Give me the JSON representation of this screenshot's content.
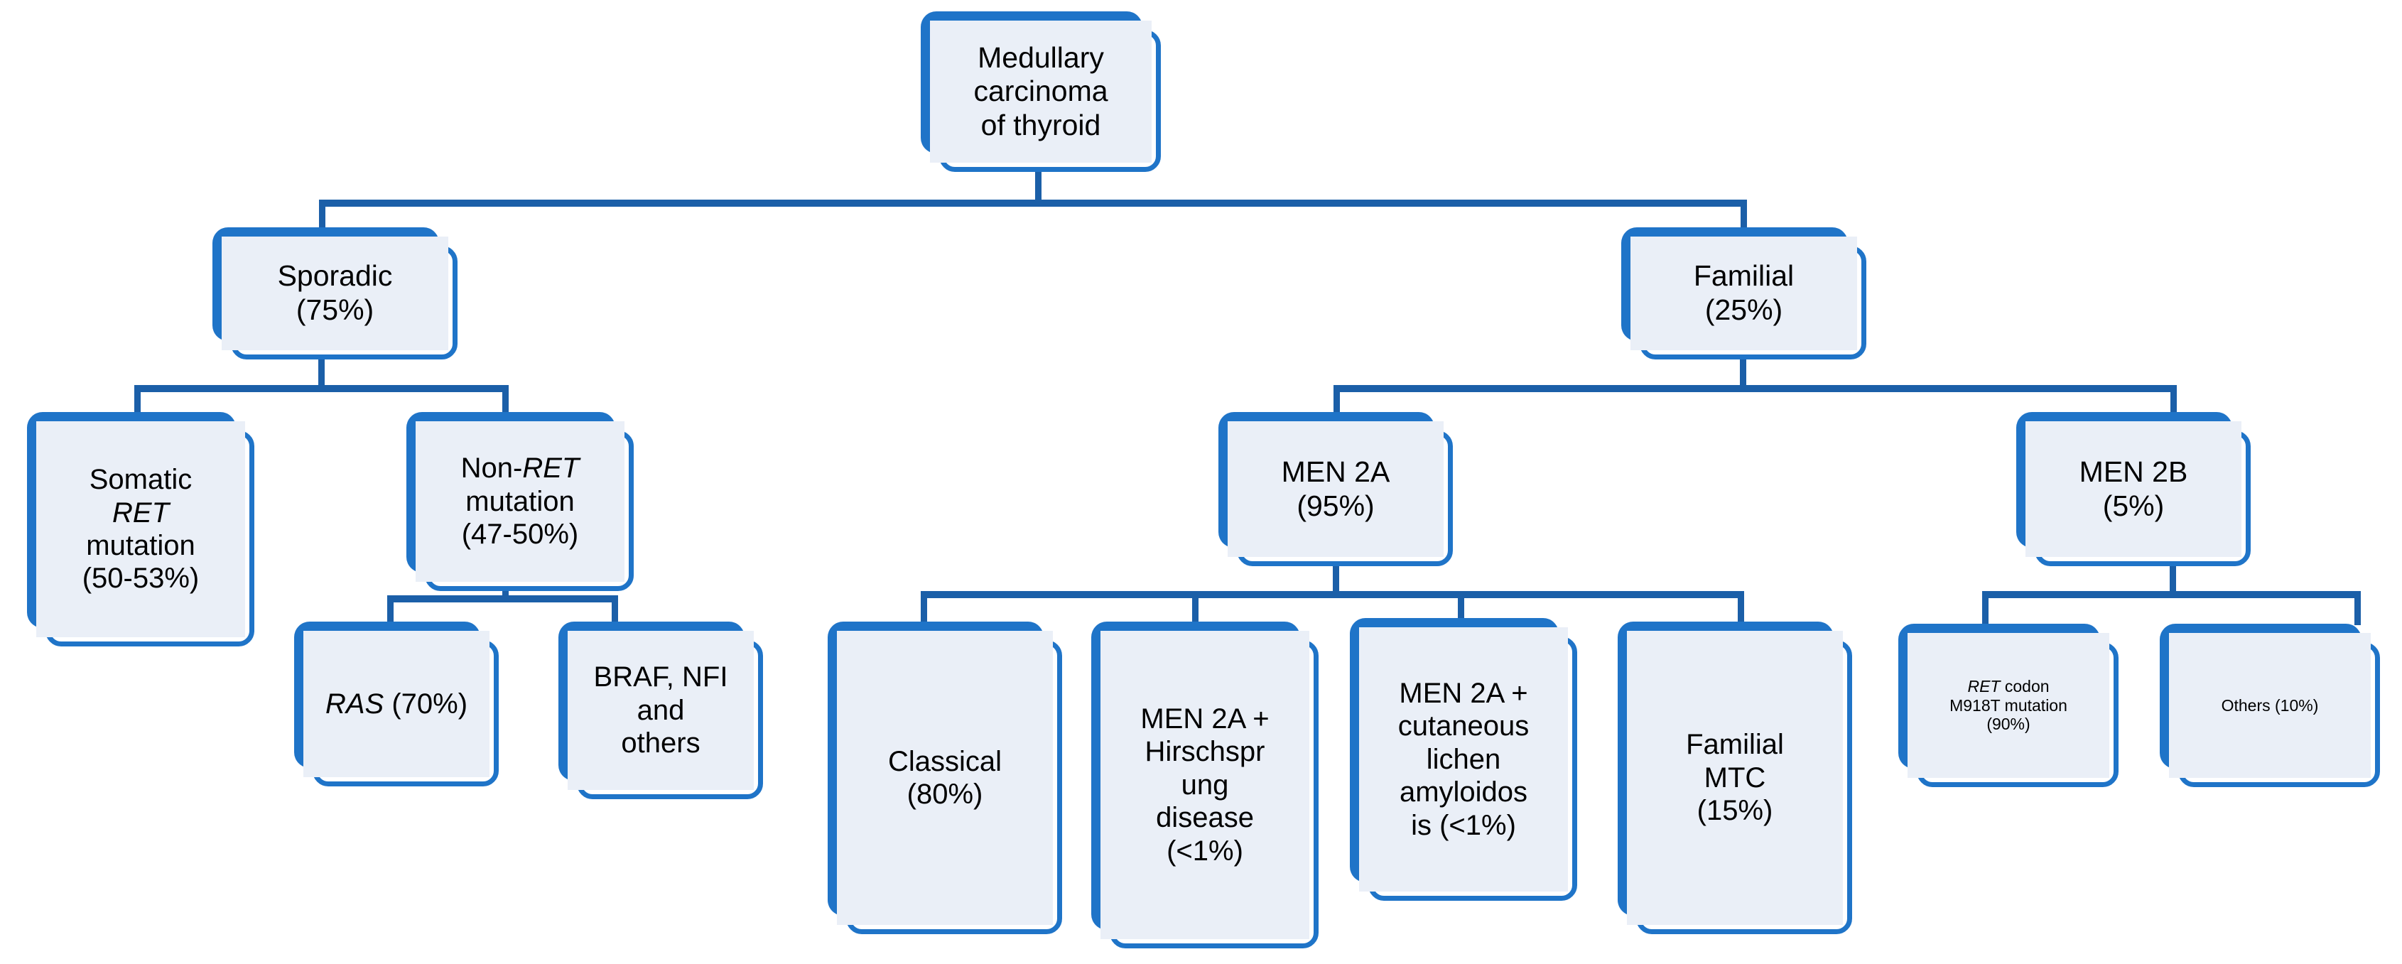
{
  "diagram": {
    "title": "Medullary carcinoma of thyroid classification",
    "colors": {
      "box_border": "#1F74C8",
      "box_shadow": "#1F74C8",
      "panel_fill": "#EAEFF7",
      "connector": "#1B5FA8",
      "background": "#FFFFFF",
      "text": "#000000"
    },
    "nodes": {
      "root": {
        "lines": [
          "Medullary",
          "carcinoma",
          "of thyroid"
        ]
      },
      "sporadic": {
        "lines": [
          "Sporadic",
          "(75%)"
        ]
      },
      "familial": {
        "lines": [
          "Familial",
          "(25%)"
        ]
      },
      "somatic_ret": {
        "lines": [
          "Somatic",
          "RET",
          "mutation",
          "(50-53%)"
        ],
        "italic_lines": [
          1
        ]
      },
      "non_ret": {
        "lines": [
          "Non-RET",
          "mutation",
          "(47-50%)"
        ],
        "italic_part": "RET"
      },
      "ras": {
        "lines": [
          "RAS (70%)"
        ],
        "italic_part": "RAS"
      },
      "braf_nf1": {
        "lines": [
          "BRAF, NFI",
          "and",
          "others"
        ]
      },
      "men2a": {
        "lines": [
          "MEN 2A",
          "(95%)"
        ]
      },
      "men2b": {
        "lines": [
          "MEN 2B",
          "(5%)"
        ]
      },
      "classical": {
        "lines": [
          "Classical",
          "(80%)"
        ]
      },
      "men2a_hirschsprung": {
        "lines": [
          "MEN 2A +",
          "Hirschspr",
          "ung",
          "disease",
          "(<1%)"
        ]
      },
      "men2a_lichen": {
        "lines": [
          "MEN 2A +",
          "cutaneous",
          "lichen",
          "amyloidos",
          "is (<1%)"
        ]
      },
      "familial_mtc": {
        "lines": [
          "Familial",
          "MTC",
          "(15%)"
        ]
      },
      "ret_m918t": {
        "lines": [
          "RET codon",
          "M918T mutation",
          "(90%)"
        ],
        "italic_part": "RET"
      },
      "others_10": {
        "lines": [
          "Others (10%)"
        ]
      }
    }
  }
}
